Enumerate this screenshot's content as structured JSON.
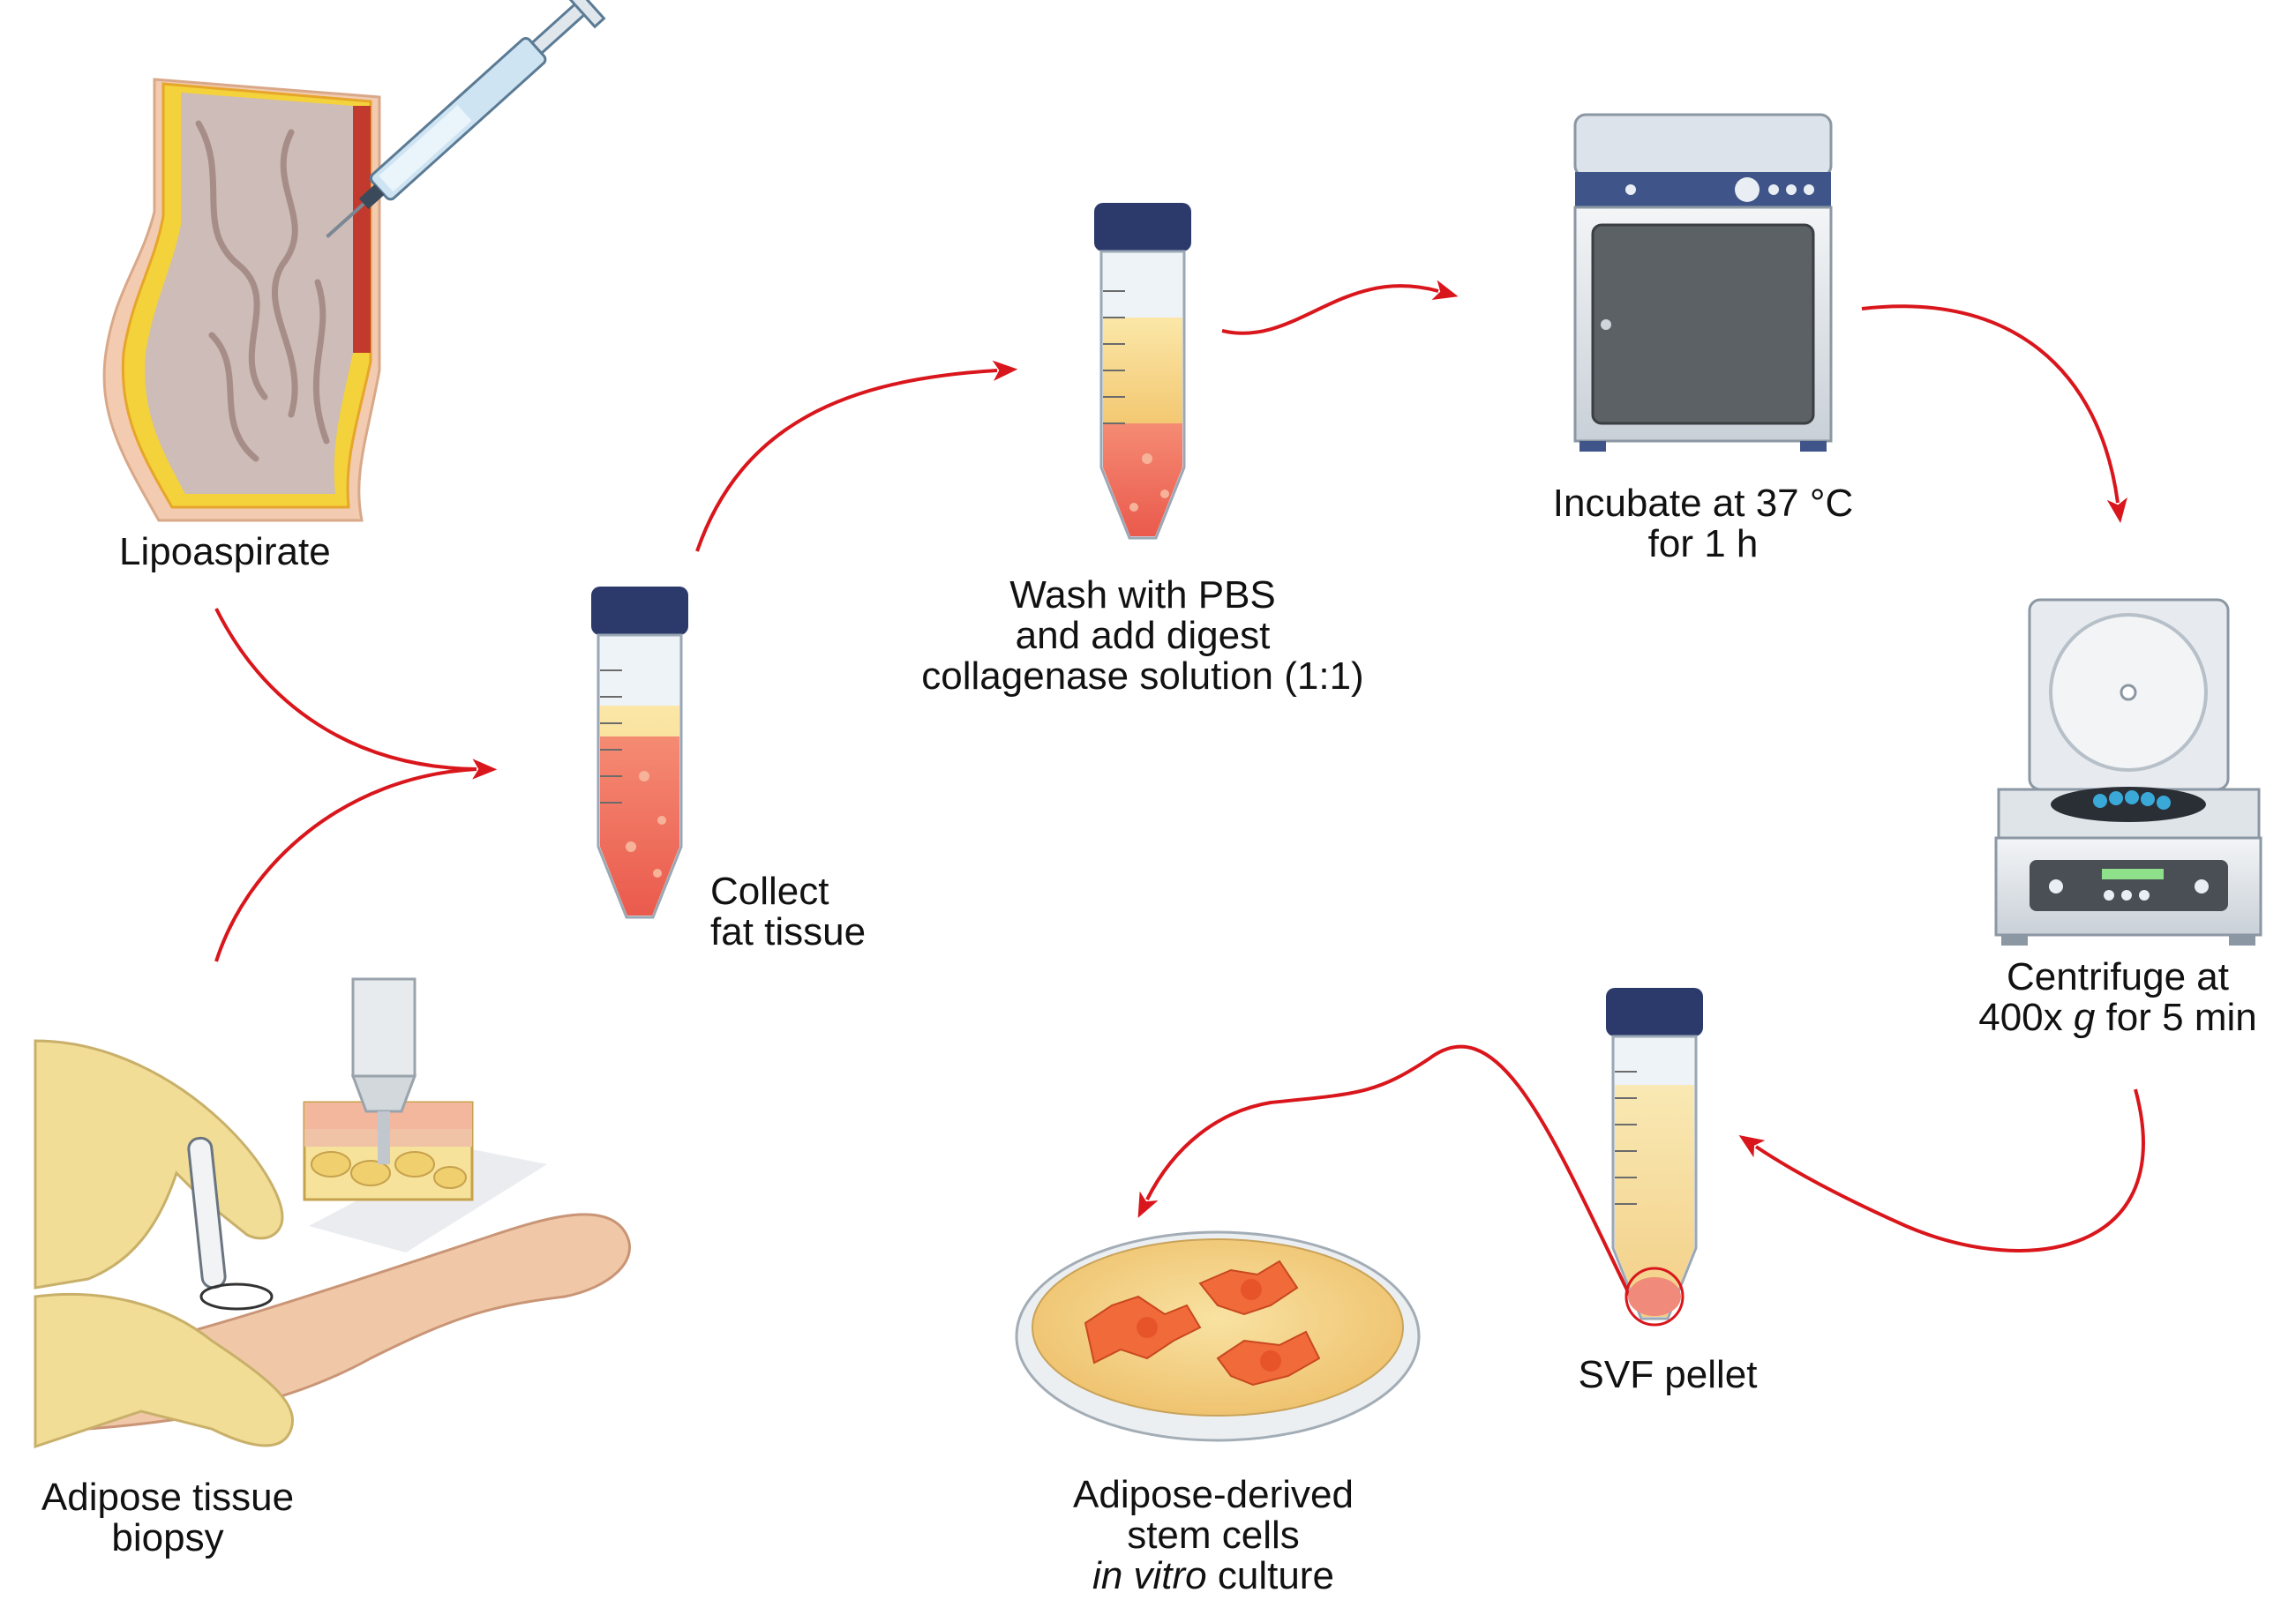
{
  "steps": {
    "lipoaspirate": {
      "label": "Lipoaspirate"
    },
    "biopsy": {
      "line1": "Adipose tissue",
      "line2": "biopsy"
    },
    "collect": {
      "line1": "Collect",
      "line2": "fat tissue"
    },
    "wash": {
      "line1": "Wash with PBS",
      "line2": "and add digest",
      "line3": "collagenase solution (1:1)"
    },
    "incubate": {
      "line1": "Incubate at 37 °C",
      "line2": "for 1 h"
    },
    "centrifuge": {
      "line1": "Centrifuge at",
      "line2_pre": "400x ",
      "line2_italic": "g",
      "line2_post": " for 5 min"
    },
    "pellet": {
      "label": "SVF pellet"
    },
    "culture": {
      "line1": "Adipose-derived",
      "line2": "stem cells",
      "line3_italic": "in vitro",
      "line3_post": " culture"
    }
  },
  "colors": {
    "arrow": "#d9161c",
    "tube_cap": "#2b3a6b",
    "fat_layer": "#f7d98a",
    "red_layer": "#f07a6a",
    "device_body": "#e4e8ec",
    "device_panel": "#4a5c8a",
    "glove": "#f2dd96",
    "skin": "#f0c8a8",
    "dish_fill": "#f5d890",
    "cells": "#f06a3a"
  },
  "icons": [
    "abdomen-fat-illustration",
    "syringe-icon",
    "biopsy-hands-illustration",
    "skin-layer-icon",
    "tube-icon",
    "incubator-icon",
    "centrifuge-icon",
    "petri-dish-icon"
  ]
}
